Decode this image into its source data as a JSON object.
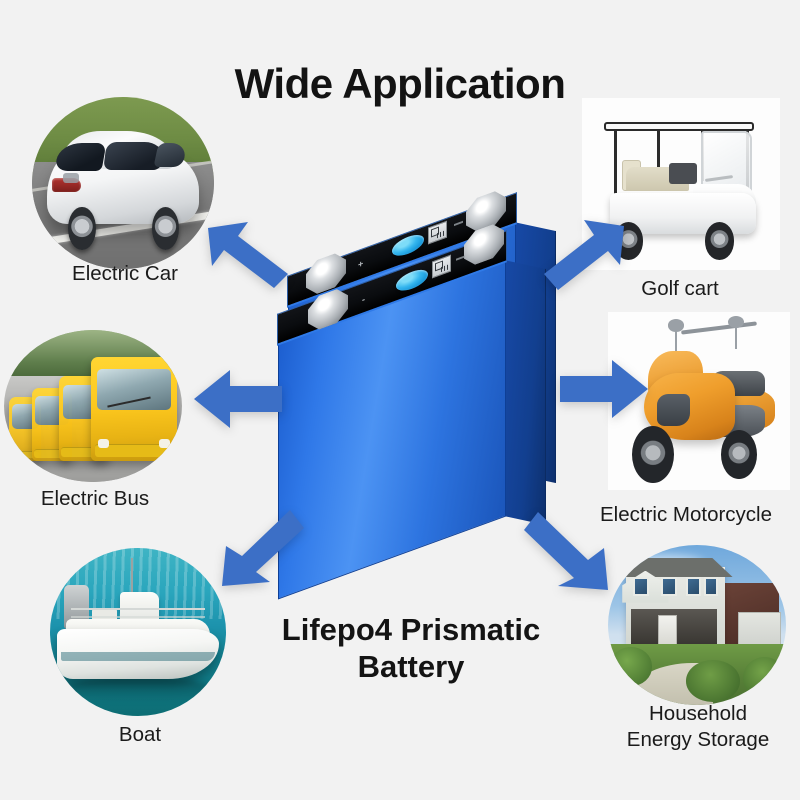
{
  "headline": "Wide Application",
  "product": {
    "caption_line1": "Lifepo4 Prismatic",
    "caption_line2": "Battery",
    "caption_full": "Lifepo4 Prismatic Battery"
  },
  "applications": [
    {
      "id": "electric-car",
      "label": "Electric Car",
      "position": "top-left",
      "image": "white-electric-hatchback-on-highway"
    },
    {
      "id": "golf-cart",
      "label": "Golf cart",
      "position": "top-right",
      "image": "white-two-seat-golf-cart"
    },
    {
      "id": "electric-bus",
      "label": "Electric Bus",
      "position": "middle-left",
      "image": "row-of-yellow-city-buses"
    },
    {
      "id": "electric-motorcycle",
      "label": "Electric Motorcycle",
      "position": "middle-right",
      "image": "orange-electric-scooter"
    },
    {
      "id": "boat",
      "label": "Boat",
      "position": "bottom-left",
      "image": "white-motor-boat-on-turquoise-water"
    },
    {
      "id": "household-energy-storage",
      "label": "Household\nEnergy Storage",
      "label_line1": "Household",
      "label_line2": "Energy Storage",
      "position": "bottom-right",
      "image": "suburban-two-story-house-with-lawn"
    }
  ],
  "arrows": [
    {
      "id": "arrow-to-electric-car",
      "direction": "up-left"
    },
    {
      "id": "arrow-to-golf-cart",
      "direction": "up-right"
    },
    {
      "id": "arrow-to-electric-bus",
      "direction": "left"
    },
    {
      "id": "arrow-to-electric-motorcycle",
      "direction": "right"
    },
    {
      "id": "arrow-to-boat",
      "direction": "down-left"
    },
    {
      "id": "arrow-to-household",
      "direction": "down-right"
    }
  ],
  "colors": {
    "background": "#f2f2f2",
    "arrow_blue": "#3c6fc6",
    "battery_blue": "#2f78e8",
    "battery_top_black": "#0a0c0f",
    "terminal_silver": "#c5c9cd",
    "vent_cyan": "#2fb2ec",
    "text_dark": "#141414"
  },
  "battery": {
    "cell_count": 2,
    "terminals_per_cell": 2,
    "vent_caps_per_cell": 1,
    "qr_labels_per_cell": 1,
    "polarity_marks": [
      "+",
      "-"
    ]
  }
}
